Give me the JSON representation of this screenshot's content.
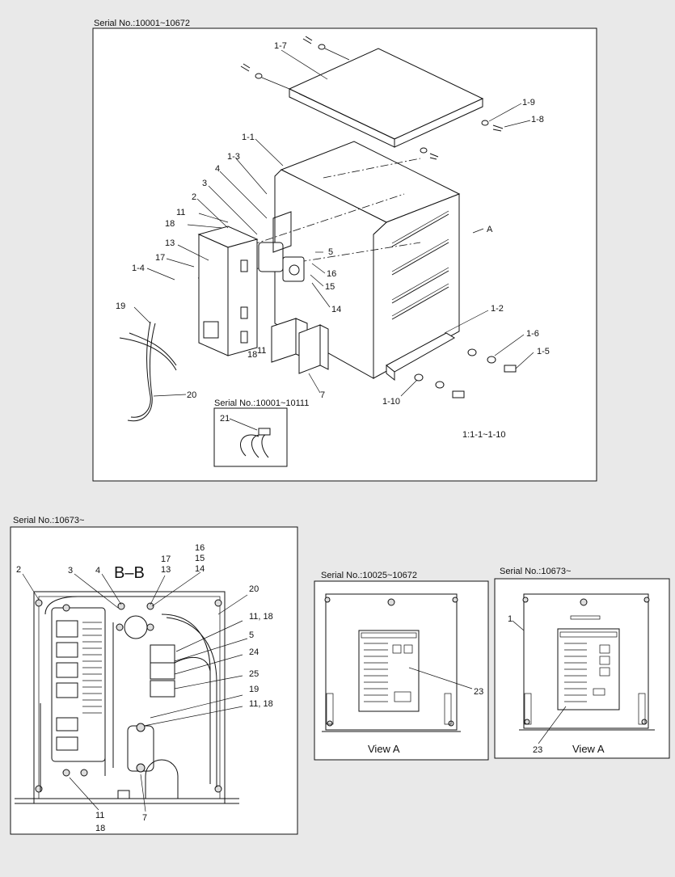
{
  "top_panel": {
    "serial": "Serial No.:10001~10672",
    "labels": {
      "l1_7": "1-7",
      "l1_9": "1-9",
      "l1_8": "1-8",
      "l1_1": "1-1",
      "l1_3": "1-3",
      "l4": "4",
      "l3": "3",
      "l2": "2",
      "l11": "11",
      "l18": "18",
      "l13": "13",
      "l17": "17",
      "l1_4": "1-4",
      "l5": "5",
      "l16": "16",
      "l15": "15",
      "l14": "14",
      "lA": "A",
      "l1_2": "1-2",
      "l1_6": "1-6",
      "l1_5": "1-5",
      "l19": "19",
      "l18b": "18",
      "l11b": "11",
      "l7": "7",
      "l20": "20",
      "l1_10": "1-10"
    },
    "sub_serial": "Serial No.:10001~10111",
    "sub_label": "21",
    "note": "1:1-1~1-10"
  },
  "bottom_left": {
    "serial": "Serial No.:10673~",
    "section": "B–B",
    "labels": {
      "b16": "16",
      "b15": "15",
      "b14": "14",
      "b17": "17",
      "b13": "13",
      "b2": "2",
      "b3": "3",
      "b4": "4",
      "b20": "20",
      "b11_18": "11, 18",
      "b5": "5",
      "b24": "24",
      "b25": "25",
      "b19": "19",
      "b11_18b": "11, 18",
      "b11": "11",
      "b18": "18",
      "b7": "7"
    }
  },
  "bottom_mid": {
    "serial": "Serial No.:10025~10672",
    "label": "23",
    "view": "View A"
  },
  "bottom_right": {
    "serial": "Serial No.:10673~",
    "label_top": "1",
    "label": "23",
    "view": "View A"
  }
}
